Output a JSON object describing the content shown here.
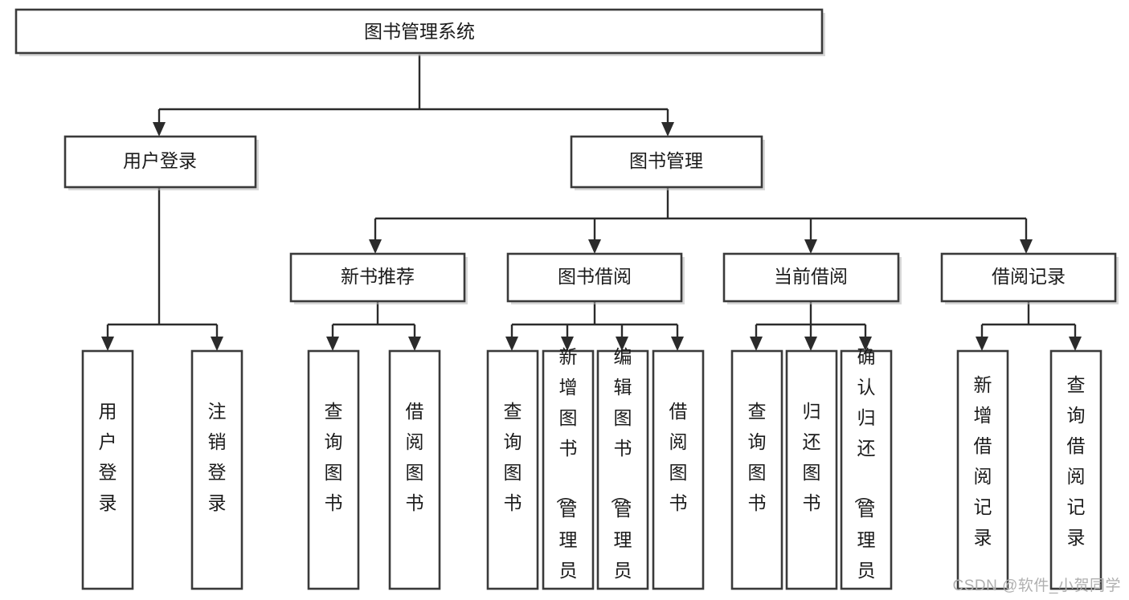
{
  "diagram": {
    "type": "tree-hierarchy",
    "title": "图书管理系统",
    "colors": {
      "box_stroke": "#3a3a3a",
      "box_fill": "#ffffff",
      "edge": "#2b2b2b",
      "text": "#1b1b1b",
      "watermark": "#b0b0b0"
    },
    "levels": {
      "root": {
        "label": "图书管理系统"
      },
      "level2": [
        {
          "label": "用户登录"
        },
        {
          "label": "图书管理"
        }
      ],
      "level3": [
        {
          "label": "新书推荐"
        },
        {
          "label": "图书借阅"
        },
        {
          "label": "当前借阅"
        },
        {
          "label": "借阅记录"
        }
      ],
      "leaves": [
        {
          "label": "用户登录",
          "parent": "用户登录"
        },
        {
          "label": "注销登录",
          "parent": "用户登录"
        },
        {
          "label": "查询图书",
          "parent": "新书推荐"
        },
        {
          "label": "借阅图书",
          "parent": "新书推荐"
        },
        {
          "label": "查询图书",
          "parent": "图书借阅"
        },
        {
          "label": "新增图书（管理员）",
          "parent": "图书借阅"
        },
        {
          "label": "编辑图书（管理员）",
          "parent": "图书借阅"
        },
        {
          "label": "借阅图书",
          "parent": "图书借阅"
        },
        {
          "label": "查询图书",
          "parent": "当前借阅"
        },
        {
          "label": "归还图书",
          "parent": "当前借阅"
        },
        {
          "label": "确认归还（管理员）",
          "parent": "当前借阅"
        },
        {
          "label": "新增借阅记录",
          "parent": "借阅记录"
        },
        {
          "label": "查询借阅记录",
          "parent": "借阅记录"
        }
      ]
    }
  },
  "watermark": {
    "text": "CSDN @软件_小贺同学"
  }
}
